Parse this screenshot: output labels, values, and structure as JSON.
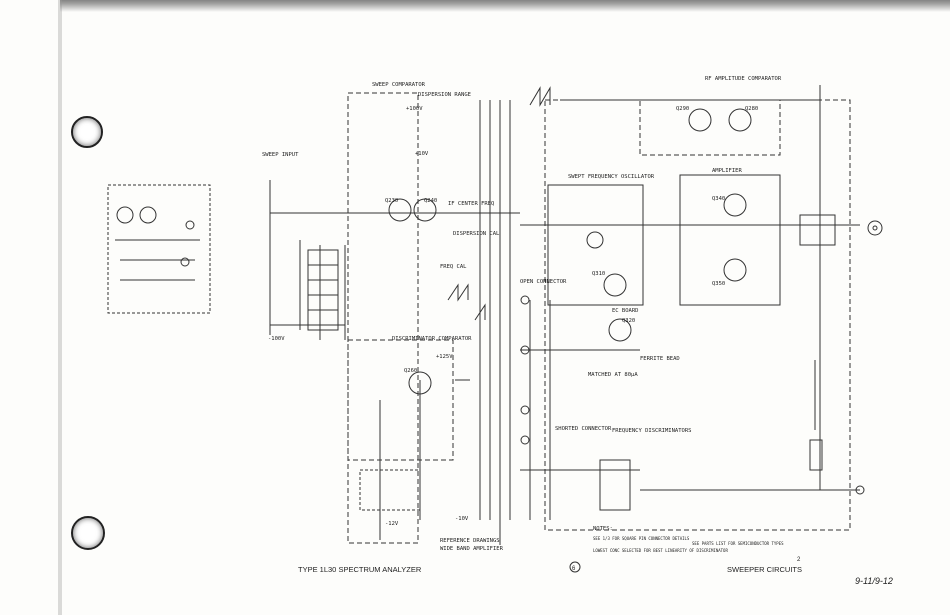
{
  "labels": {
    "sweep_comparator": "SWEEP COMPARATOR",
    "rf_amplitude_comparator": "RF AMPLITUDE COMPARATOR",
    "swept_frequency_oscillator": "SWEPT FREQUENCY OSCILLATOR",
    "amplifier": "AMPLIFIER",
    "discriminator_comparator": "DISCRIMINATOR COMPARATOR",
    "frequency_discriminators": "FREQUENCY DISCRIMINATORS",
    "matched_at_80ua": "MATCHED AT 80μA",
    "sweep_input": "SWEEP INPUT",
    "dispersion_range": "DISPERSION RANGE",
    "ec_board": "EC BOARD",
    "open_connector": "OPEN CONNECTOR",
    "shorted_connector": "SHORTED CONNECTOR",
    "if_center_freq": "IF CENTER FREQ",
    "freq_cal": "FREQ CAL",
    "dispersion_cal": "DISPERSION CAL",
    "notes_title": "NOTES:",
    "note_1": "SEE 1/3 FOR SQUARE PIN CONNECTOR DETAILS",
    "note_2": "LOWEST CONC SELECTED FOR BEST LINEARITY OF DISCRIMINATOR",
    "note_3": "SEE PARTS LIST FOR SEMICONDUCTOR TYPES",
    "reference_drawings": "REFERENCE DRAWINGS",
    "wide_band_amplifier": "WIDE BAND AMPLIFIER",
    "ferrite_bead": "FERRITE BEAD",
    "minus_100v": "-100V",
    "plus_10v": "+10V",
    "plus_100v": "+100V",
    "plus_125v": "+125V",
    "minus_10v": "-10V",
    "minus_12v": "-12V"
  },
  "transistors": [
    "Q230",
    "Q240",
    "Q260",
    "Q290",
    "Q280",
    "Q310",
    "Q320",
    "Q340",
    "Q350"
  ],
  "title_block": {
    "left": "TYPE 1L30 SPECTRUM ANALYZER",
    "right": "SWEEPER CIRCUITS",
    "circle_number": "6",
    "sheet_number": "2",
    "handwritten_date": "9-11/9-12"
  }
}
